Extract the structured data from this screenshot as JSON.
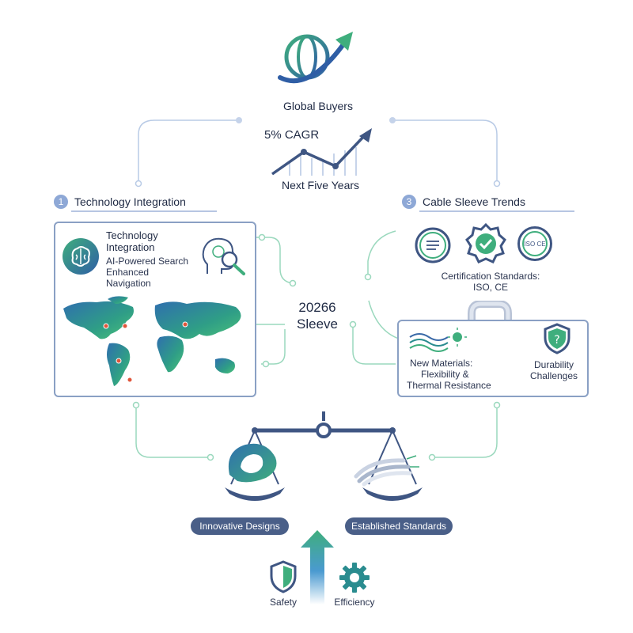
{
  "header": {
    "title": "Global Buyers",
    "growth_label": "5% CAGR",
    "period_label": "Next Five Years"
  },
  "left_section": {
    "number": "1",
    "heading": "Technology Integration",
    "panel_title": "Technology Integration",
    "panel_lines": [
      "AI-Powered Search",
      "Enhanced",
      "Navigation"
    ]
  },
  "right_section": {
    "number": "3",
    "heading": "Cable Sleeve Trends",
    "certification_label": "Certification Standards:",
    "certification_value": "ISO, CE",
    "badge_text": "ISO CE",
    "materials_lines": [
      "New Materials:",
      "Flexibility &",
      "Thermal Resistance"
    ],
    "durability_lines": [
      "Durability",
      "Challenges"
    ]
  },
  "center": {
    "line1": "20266",
    "line2": "Sleeve"
  },
  "balance": {
    "left_label": "Innovative Designs",
    "right_label": "Established Standards"
  },
  "footer": {
    "safety_label": "Safety",
    "efficiency_label": "Efficiency"
  },
  "colors": {
    "navy": "#3f5683",
    "green": "#3fae7d",
    "teal": "#2a8c8f",
    "blue": "#3b6aa8",
    "light_blue": "#b7c6e2",
    "line_green": "#9ad8bd"
  }
}
